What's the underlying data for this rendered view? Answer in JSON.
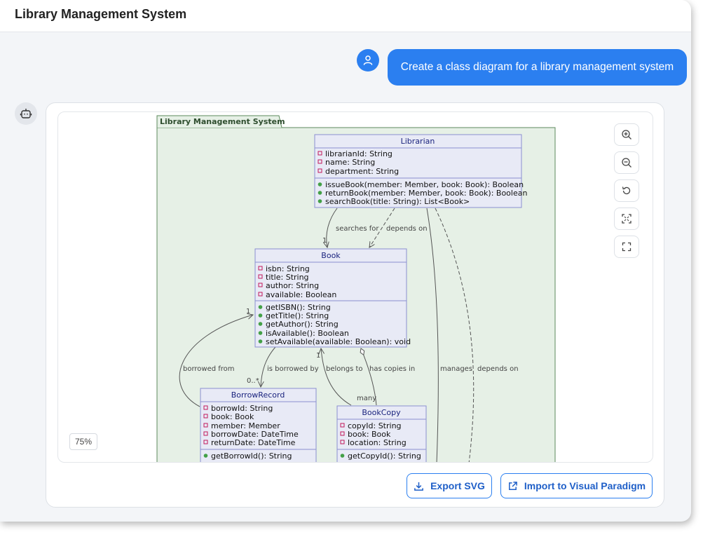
{
  "header": {
    "title": "Library Management System"
  },
  "chat": {
    "user_message": "Create a class diagram for a library management system"
  },
  "diagram": {
    "package_name": "Library Management System",
    "classes": {
      "librarian": {
        "name": "Librarian",
        "attributes": [
          "librarianId: String",
          "name: String",
          "department: String"
        ],
        "methods": [
          "issueBook(member: Member, book: Book): Boolean",
          "returnBook(member: Member, book: Book): Boolean",
          "searchBook(title: String): List<Book>"
        ]
      },
      "book": {
        "name": "Book",
        "attributes": [
          "isbn: String",
          "title: String",
          "author: String",
          "available: Boolean"
        ],
        "methods": [
          "getISBN(): String",
          "getTitle(): String",
          "getAuthor(): String",
          "isAvailable(): Boolean",
          "setAvailable(available: Boolean): void"
        ]
      },
      "borrowrecord": {
        "name": "BorrowRecord",
        "attributes": [
          "borrowId: String",
          "book: Book",
          "member: Member",
          "borrowDate: DateTime",
          "returnDate: DateTime"
        ],
        "methods": [
          "getBorrowId(): String"
        ]
      },
      "bookcopy": {
        "name": "BookCopy",
        "attributes": [
          "copyId: String",
          "book: Book",
          "location: String"
        ],
        "methods": [
          "getCopyId(): String"
        ]
      }
    },
    "relations": {
      "searches_for": "searches for",
      "depends_on_1": "depends on",
      "borrowed_from": "borrowed from",
      "is_borrowed_by": "is borrowed by",
      "belongs_to": "belongs to",
      "has_copies_in": "has copies in",
      "manages": "manages",
      "depends_on_2": "depends on"
    },
    "multiplicities": {
      "m1": "1",
      "m2": "1",
      "m3": "0..*",
      "m4": "1",
      "m5": "many"
    }
  },
  "viewer": {
    "zoom_level": "75%",
    "controls": [
      "zoom-in-icon",
      "zoom-out-icon",
      "reset-icon",
      "fit-icon",
      "fullscreen-icon"
    ]
  },
  "actions": {
    "export_label": "Export SVG",
    "import_label": "Import to Visual Paradigm"
  },
  "colors": {
    "accent": "#2b7ff0",
    "class_fill": "#e8eaf6",
    "class_border": "#8a8fd0",
    "package_fill": "#e6f0e6",
    "package_border": "#5c8a5c"
  }
}
